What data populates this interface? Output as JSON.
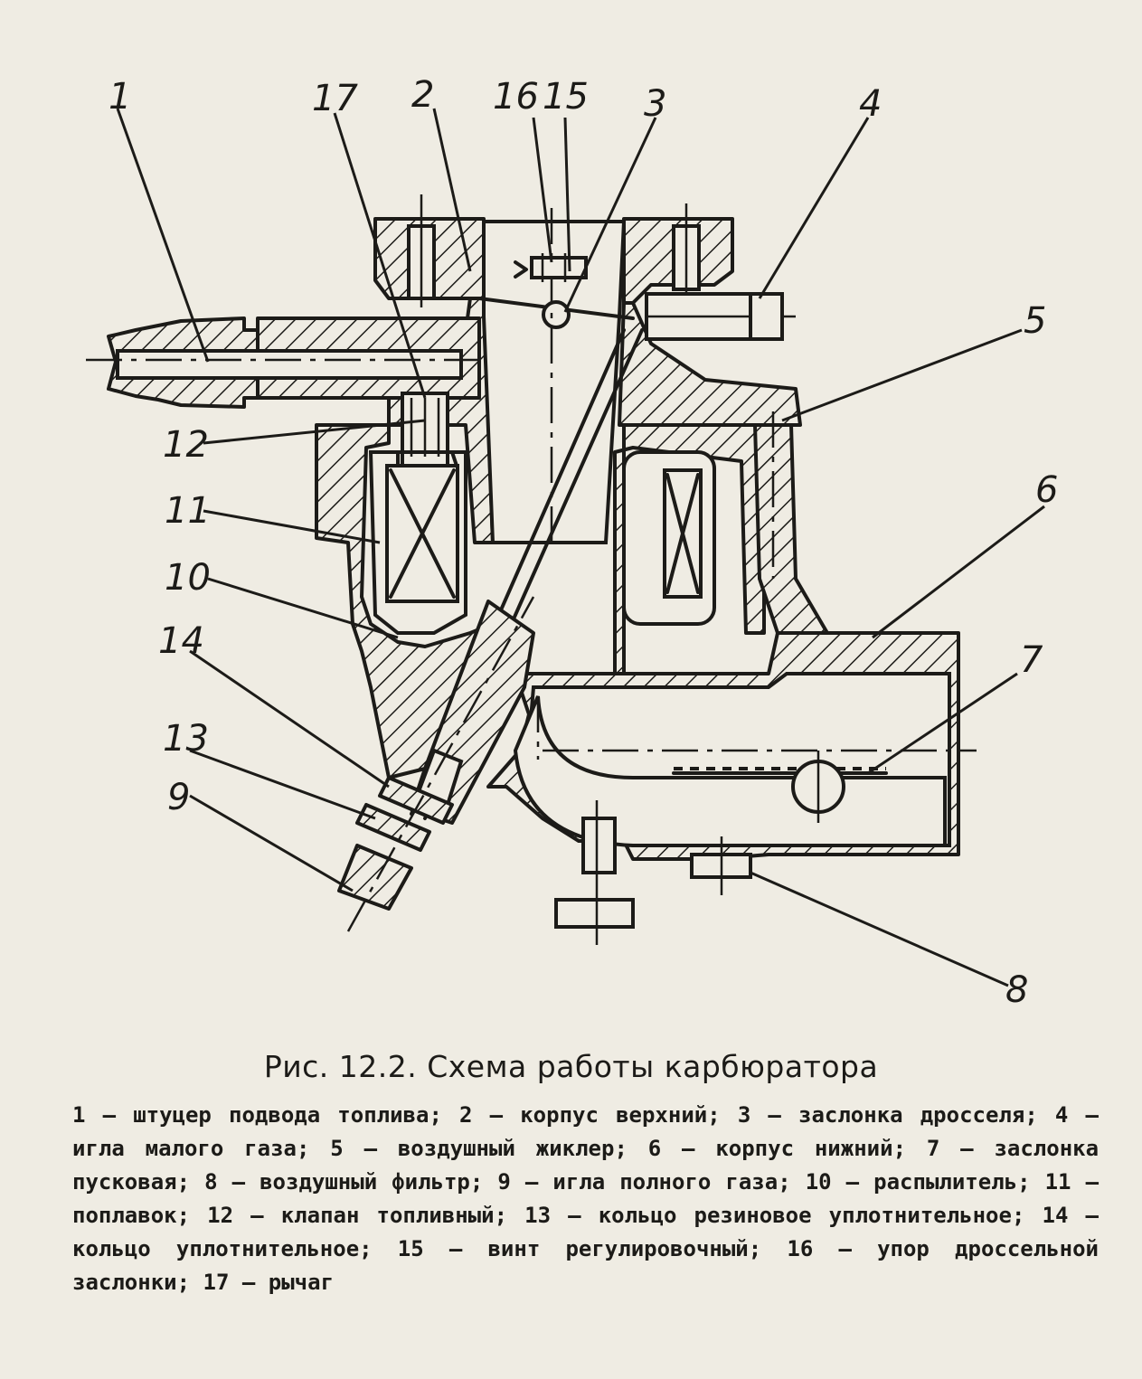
{
  "figure": {
    "caption": "Рис. 12.2. Схема работы карбюратора",
    "callouts": [
      {
        "n": "1"
      },
      {
        "n": "2"
      },
      {
        "n": "3"
      },
      {
        "n": "4"
      },
      {
        "n": "5"
      },
      {
        "n": "6"
      },
      {
        "n": "7"
      },
      {
        "n": "8"
      },
      {
        "n": "9"
      },
      {
        "n": "10"
      },
      {
        "n": "11"
      },
      {
        "n": "12"
      },
      {
        "n": "13"
      },
      {
        "n": "14"
      },
      {
        "n": "15"
      },
      {
        "n": "16"
      },
      {
        "n": "17"
      }
    ],
    "legend": [
      {
        "n": "1",
        "text": "штуцер подвода топлива"
      },
      {
        "n": "2",
        "text": "корпус верхний"
      },
      {
        "n": "3",
        "text": "заслонка дросселя"
      },
      {
        "n": "4",
        "text": "игла малого газа"
      },
      {
        "n": "5",
        "text": "воздушный жиклер"
      },
      {
        "n": "6",
        "text": "корпус нижний"
      },
      {
        "n": "7",
        "text": "заслонка пусковая"
      },
      {
        "n": "8",
        "text": "воздушный фильтр"
      },
      {
        "n": "9",
        "text": "игла полного газа"
      },
      {
        "n": "10",
        "text": "распылитель"
      },
      {
        "n": "11",
        "text": "поплавок"
      },
      {
        "n": "12",
        "text": "клапан топливный"
      },
      {
        "n": "13",
        "text": "кольцо резиновое уплотнительное"
      },
      {
        "n": "14",
        "text": "кольцо уплотнительное"
      },
      {
        "n": "15",
        "text": "винт регулировочный"
      },
      {
        "n": "16",
        "text": "упор дроссельной заслонки"
      },
      {
        "n": "17",
        "text": "рычаг"
      }
    ],
    "dash": "—",
    "separator": ";"
  }
}
